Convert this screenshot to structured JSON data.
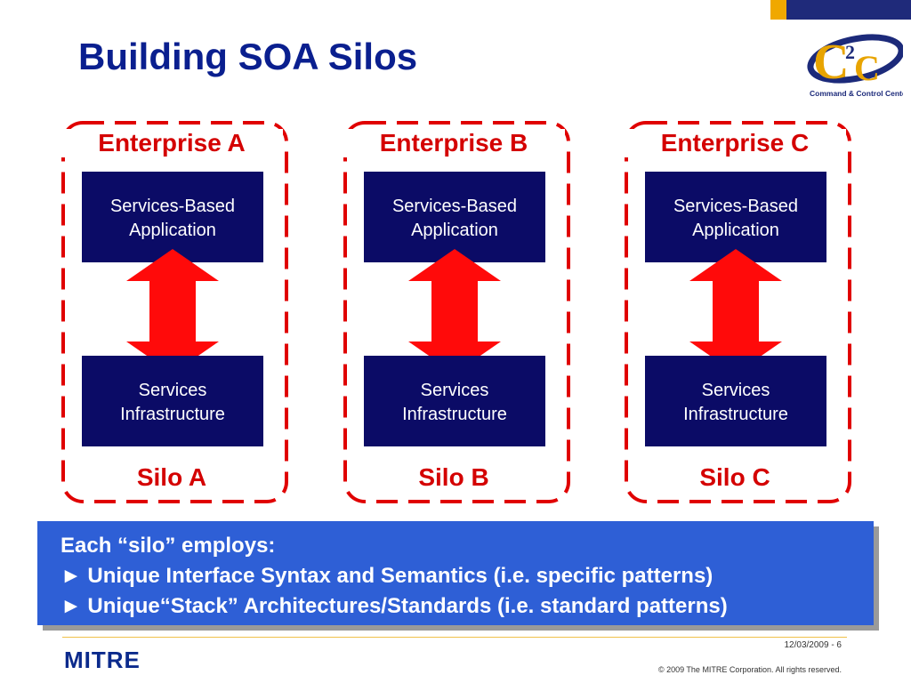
{
  "slide": {
    "title": "Building SOA Silos"
  },
  "logo": {
    "icon": "c2c-logo",
    "text": "Command & Control Center"
  },
  "silos": [
    {
      "enterprise": "Enterprise A",
      "app_line1": "Services-Based",
      "app_line2": "Application",
      "infra_line1": "Services",
      "infra_line2": "Infrastructure",
      "silo": "Silo A"
    },
    {
      "enterprise": "Enterprise B",
      "app_line1": "Services-Based",
      "app_line2": "Application",
      "infra_line1": "Services",
      "infra_line2": "Infrastructure",
      "silo": "Silo B"
    },
    {
      "enterprise": "Enterprise C",
      "app_line1": "Services-Based",
      "app_line2": "Application",
      "infra_line1": "Services",
      "infra_line2": "Infrastructure",
      "silo": "Silo C"
    }
  ],
  "callout": {
    "heading": "Each “silo” employs:",
    "bullet1": "►  Unique Interface Syntax and Semantics (i.e. specific patterns)",
    "bullet2": "►  Unique“Stack” Architectures/Standards (i.e. standard patterns)"
  },
  "footer": {
    "brand": "MITRE",
    "date_page": "12/03/2009 - 6",
    "copyright": "© 2009 The MITRE Corporation. All rights reserved."
  },
  "colors": {
    "title": "#0a1f8f",
    "accent_red": "#d40000",
    "box": "#0b0b66",
    "callout": "#2e5fd6"
  }
}
